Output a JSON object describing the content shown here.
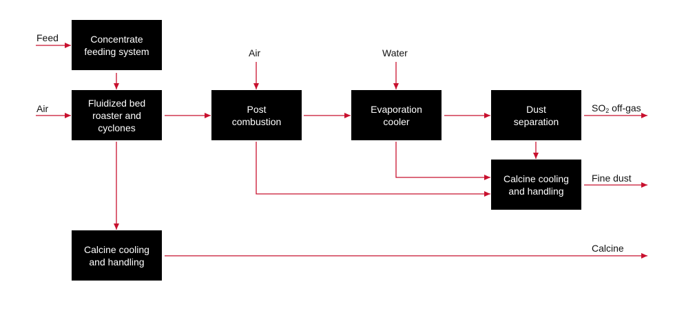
{
  "colors": {
    "box_fill": "#000000",
    "box_text": "#ffffff",
    "arrow": "#c8102e",
    "label": "#111111"
  },
  "nodes": {
    "concentrate_feeding": "Concentrate\nfeeding system",
    "roaster": "Fluidized bed\nroaster and\ncyclones",
    "post_combustion": "Post\ncombustion",
    "evaporation_cooler": "Evaporation\ncooler",
    "dust_separation": "Dust\nseparation",
    "calcine_handling_fine": "Calcine cooling\nand handling",
    "calcine_handling_main": "Calcine cooling\nand handling"
  },
  "labels": {
    "feed": "Feed",
    "air_roaster": "Air",
    "air_post": "Air",
    "water": "Water",
    "so2_prefix": "SO",
    "so2_sub": "2",
    "so2_suffix": " off-gas",
    "fine_dust": "Fine dust",
    "calcine": "Calcine"
  }
}
